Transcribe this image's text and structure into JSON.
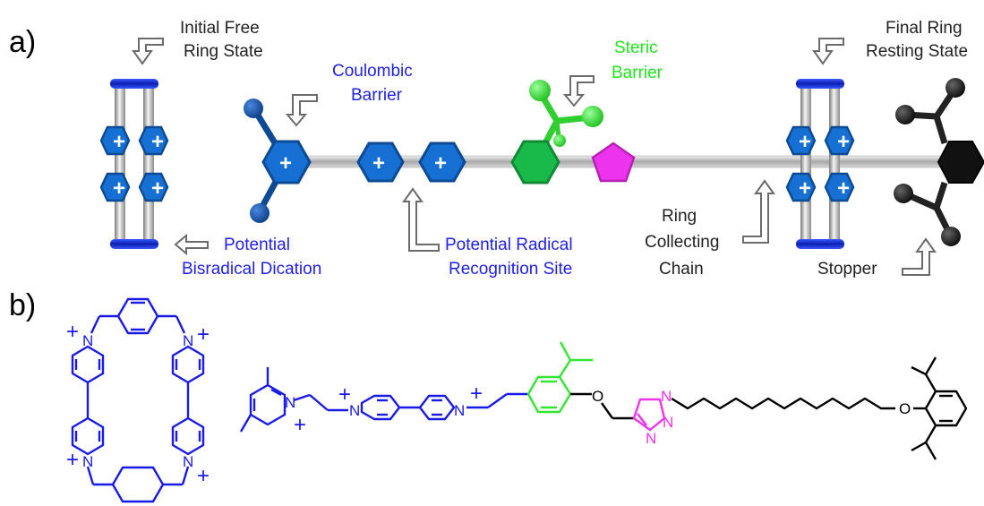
{
  "panels": {
    "a": "a)",
    "b": "b)"
  },
  "labels": {
    "ring_state_1": "Initial Free",
    "ring_state_2": "Ring State",
    "coulombic_1": "Coulombic",
    "coulombic_2": "Barrier",
    "steric_1": "Steric",
    "steric_2": "Barrier",
    "final_1": "Final Ring",
    "final_2": "Resting State",
    "bisradical_1": "Potential",
    "bisradical_2": "Bisradical Dication",
    "radical_site_1": "Potential Radical",
    "radical_site_2": "Recognition Site",
    "collecting_1": "Ring",
    "collecting_2": "Collecting",
    "collecting_3": "Chain",
    "stopper": "Stopper"
  },
  "chem": {
    "plus": "+",
    "nitrogen": "N",
    "oxygen": "O"
  },
  "colors": {
    "blue_text": "#1f1fe6",
    "green_text": "#1ee61e",
    "black_text": "#222222",
    "hex_blue": "#1670d4",
    "hex_blue_dark": "#0d4a94",
    "hex_green": "#1aba4a",
    "bead_green": "#3fd63f",
    "pentagon_magenta": "#ee33ee",
    "stopper_black": "#111111",
    "axle_gray": "#b8b8b8",
    "struct_blue": "#1a1ae6",
    "struct_green": "#33e633",
    "struct_magenta": "#ee33ee",
    "struct_black": "#000000"
  }
}
